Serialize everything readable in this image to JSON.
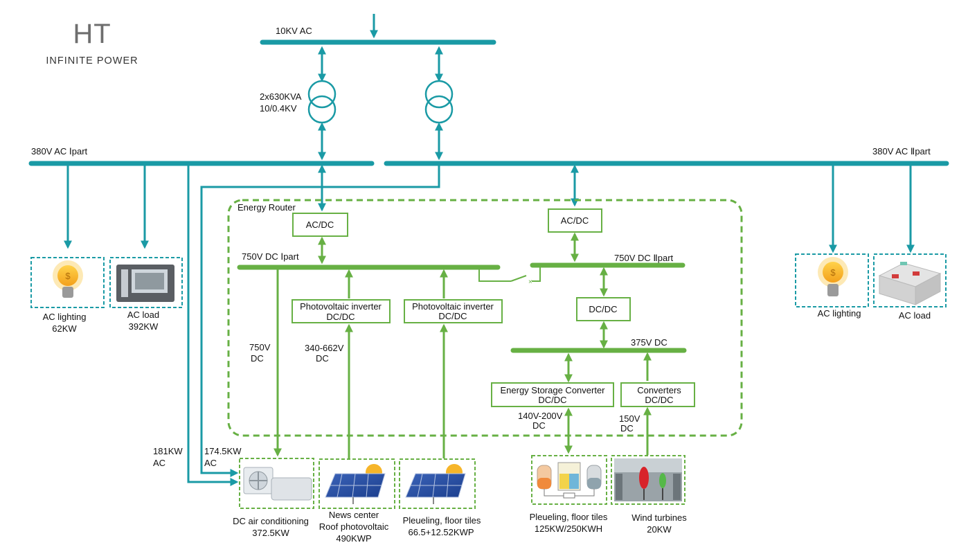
{
  "colors": {
    "ac_line": "#1a9aa5",
    "dc_line": "#67b044",
    "text": "#111111"
  },
  "logo": {
    "mark": "HT",
    "tagline": "INFINITE POWER"
  },
  "buses": {
    "hv": "10KV AC",
    "ac1": "380V AC Ⅰpart",
    "ac2": "380V AC Ⅱpart",
    "dc1": "750V DC Ⅰpart",
    "dc2": "750V DC Ⅱpart",
    "dc3": "375V DC"
  },
  "transformer": {
    "rating": "2x630KVA",
    "ratio": "10/0.4KV"
  },
  "router": {
    "title": "Energy Router",
    "acdc_left": "AC/DC",
    "acdc_right": "AC/DC",
    "dcdc": "DC/DC",
    "pv_inverter_1": {
      "line1": "Photovoltaic inverter",
      "line2": "DC/DC"
    },
    "pv_inverter_2": {
      "line1": "Photovoltaic inverter",
      "line2": "DC/DC"
    },
    "storage_converter": {
      "line1": "Energy Storage Converter",
      "line2": "DC/DC"
    },
    "converters": {
      "line1": "Converters",
      "line2": "DC/DC"
    }
  },
  "voltages": {
    "dc750": {
      "line1": "750V",
      "line2": "DC"
    },
    "pv_range": {
      "line1": "340-662V",
      "line2": "DC"
    },
    "storage_range": {
      "line1": "140V-200V",
      "line2": "DC"
    },
    "wind": {
      "line1": "150V",
      "line2": "DC"
    },
    "ac181": {
      "line1": "181KW",
      "line2": "AC"
    },
    "ac174": {
      "line1": "174.5KW",
      "line2": "AC"
    }
  },
  "loads": {
    "ac_lighting_left": {
      "line1": "AC lighting",
      "line2": "62KW",
      "icon": "light-bulb-icon"
    },
    "ac_load_left": {
      "line1": "AC load",
      "line2": "392KW",
      "icon": "cnc-machine-icon"
    },
    "ac_lighting_right": {
      "line1": "AC lighting",
      "icon": "light-bulb-icon"
    },
    "ac_load_right": {
      "line1": "AC load",
      "icon": "equipment-room-icon"
    },
    "dc_air": {
      "line1": "DC air conditioning",
      "line2": "372.5KW",
      "icon": "air-conditioner-icon"
    },
    "roof_pv": {
      "line1": "News center",
      "line2": "Roof photovoltaic",
      "line3": "490KWP",
      "icon": "solar-panel-icon"
    },
    "floor_pv": {
      "line1": "Pleueling, floor tiles",
      "line2": "66.5+12.52KWP",
      "icon": "solar-panel-icon"
    },
    "storage": {
      "line1": "Pleueling, floor tiles",
      "line2": "125KW/250KWH",
      "icon": "battery-storage-icon"
    },
    "wind": {
      "line1": "Wind turbines",
      "line2": "20KW",
      "icon": "wind-turbine-icon"
    }
  }
}
